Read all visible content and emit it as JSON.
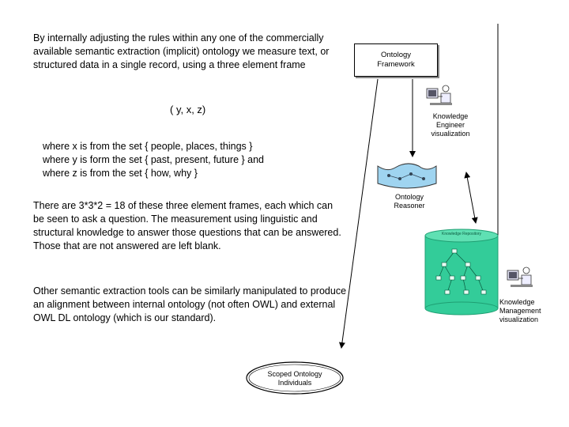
{
  "intro_text": "By internally adjusting the rules within any one of the commercially available semantic extraction (implicit) ontology we measure text, or structured data in a single record, using a three element frame",
  "frame_text": "( y, x, z)",
  "where_lines": [
    "where x is from the set { people, places, things }",
    "where y is form the set { past, present, future } and",
    "where z is from the set { how, why }"
  ],
  "measurement_text": "There are 3*3*2 = 18 of these three element frames, each which can be seen to ask a question.  The measurement using linguistic and structural knowledge to answer those questions that can be answered.  Those that are not answered are left blank.",
  "alignment_text": "Other semantic extraction tools can be similarly manipulated to produce an alignment between internal ontology (not often OWL) and external OWL DL ontology (which is our standard).",
  "ontology_framework": {
    "line1": "Ontology",
    "line2": "Framework"
  },
  "knowledge_engineer": {
    "line1": "Knowledge",
    "line2": "Engineer",
    "line3": "visualization"
  },
  "ontology_reasoner": {
    "line1": "Ontology",
    "line2": "Reasoner"
  },
  "knowledge_management": {
    "line1": "Knowledge",
    "line2": "Management",
    "line3": "visualization"
  },
  "knowledge_repository_label": "Knowledge Repository",
  "scoped": {
    "line1": "Scoped Ontology",
    "line2": "Individuals"
  },
  "colors": {
    "cylinder": "#33cc99",
    "cylinder_dark": "#1f9f73",
    "reasoner": "#9fd4f0"
  }
}
